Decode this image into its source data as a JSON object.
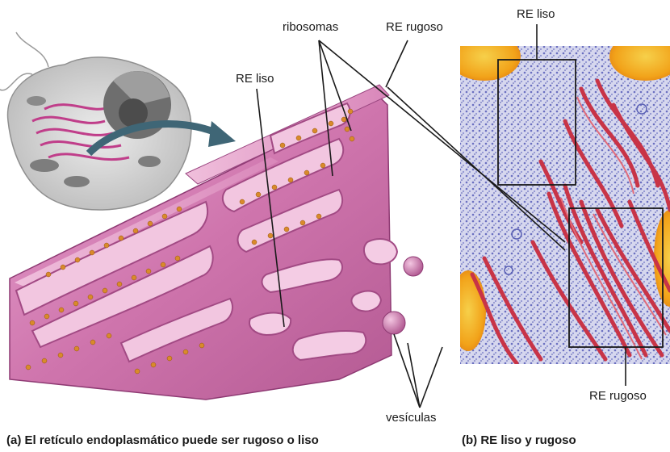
{
  "labels": {
    "ribosomas": "ribosomas",
    "re_rugoso_top": "RE rugoso",
    "re_liso_left": "RE liso",
    "re_liso_right": "RE liso",
    "re_rugoso_right": "RE rugoso",
    "vesiculas": "vesículas"
  },
  "captions": {
    "a": "(a) El retículo endoplasmático puede ser rugoso o liso",
    "b": "(b) RE liso y rugoso"
  },
  "colors": {
    "er_membrane": "#c9679f",
    "er_dark": "#8e3a73",
    "er_light": "#eab2d4",
    "ribosome": "#d98a2b",
    "micrograph_blue": "#6a6fc0",
    "micrograph_red": "#c83447",
    "micrograph_yellow": "#f2b51a"
  }
}
